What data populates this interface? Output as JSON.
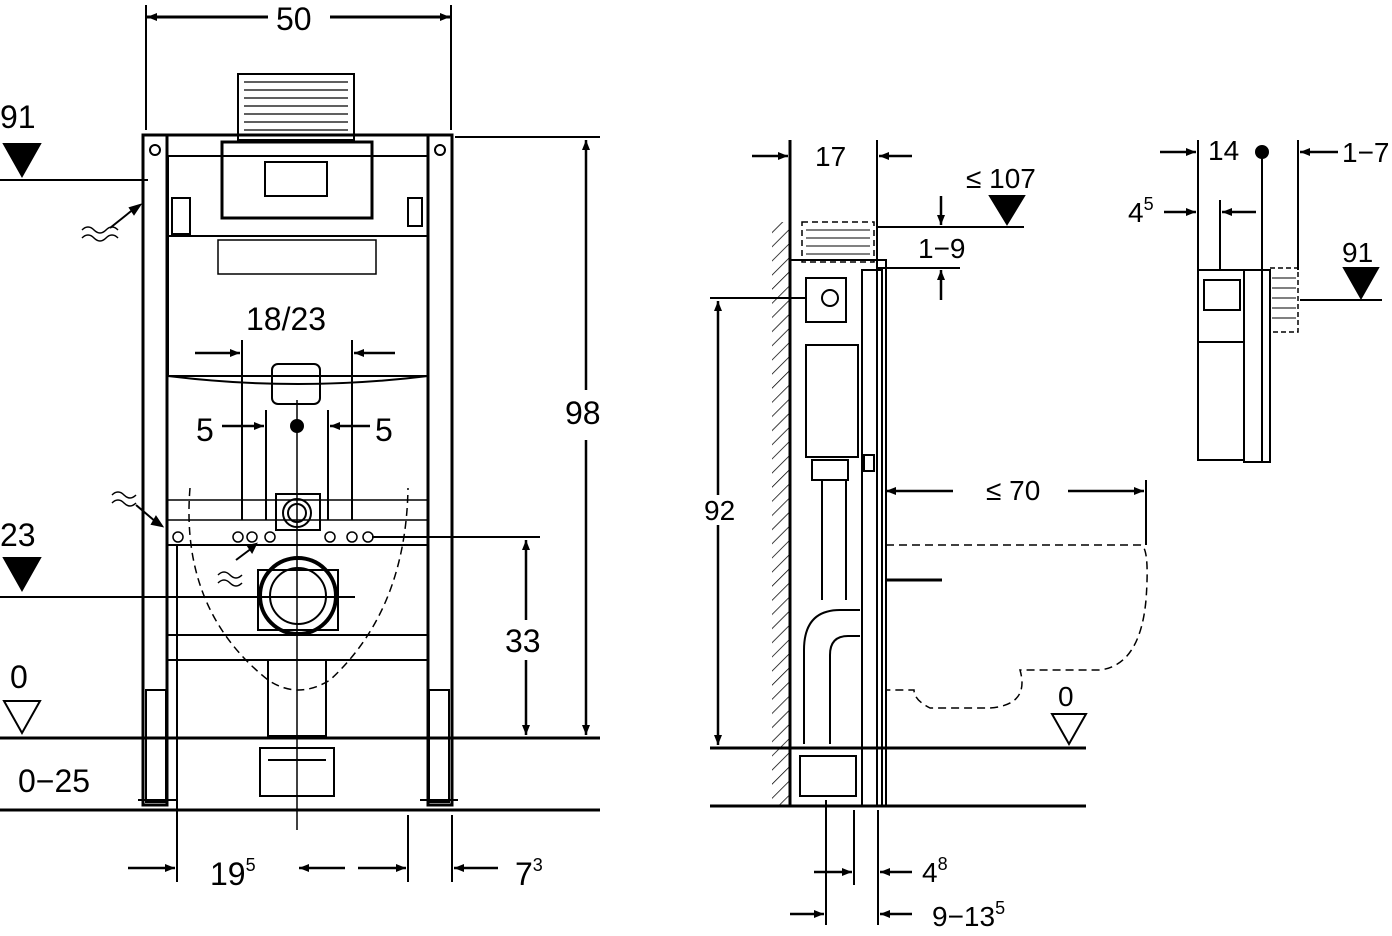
{
  "front_view": {
    "width_total": "50",
    "water_level": "91",
    "drain_pipe_width": "18/23",
    "flush_left": "5",
    "flush_right": "5",
    "height_total": "98",
    "connection_height": "23",
    "bowl_axis_height": "33",
    "floor_zero": "0",
    "floor_range": "0−25",
    "bottom_left_base": "19",
    "bottom_left_sup": "5",
    "bottom_right_base": "7",
    "bottom_right_sup": "3"
  },
  "side_view": {
    "depth": "17",
    "top_max": "≤ 107",
    "top_adjust": "1−9",
    "height": "92",
    "bowl_projection": "≤ 70",
    "floor_zero": "0",
    "bottom_a_base": "4",
    "bottom_a_sup": "8",
    "bottom_b_base": "9−13",
    "bottom_b_sup": "5"
  },
  "detail_view": {
    "width": "14",
    "offset": "1−7",
    "small_base": "4",
    "small_sup": "5",
    "level": "91"
  }
}
